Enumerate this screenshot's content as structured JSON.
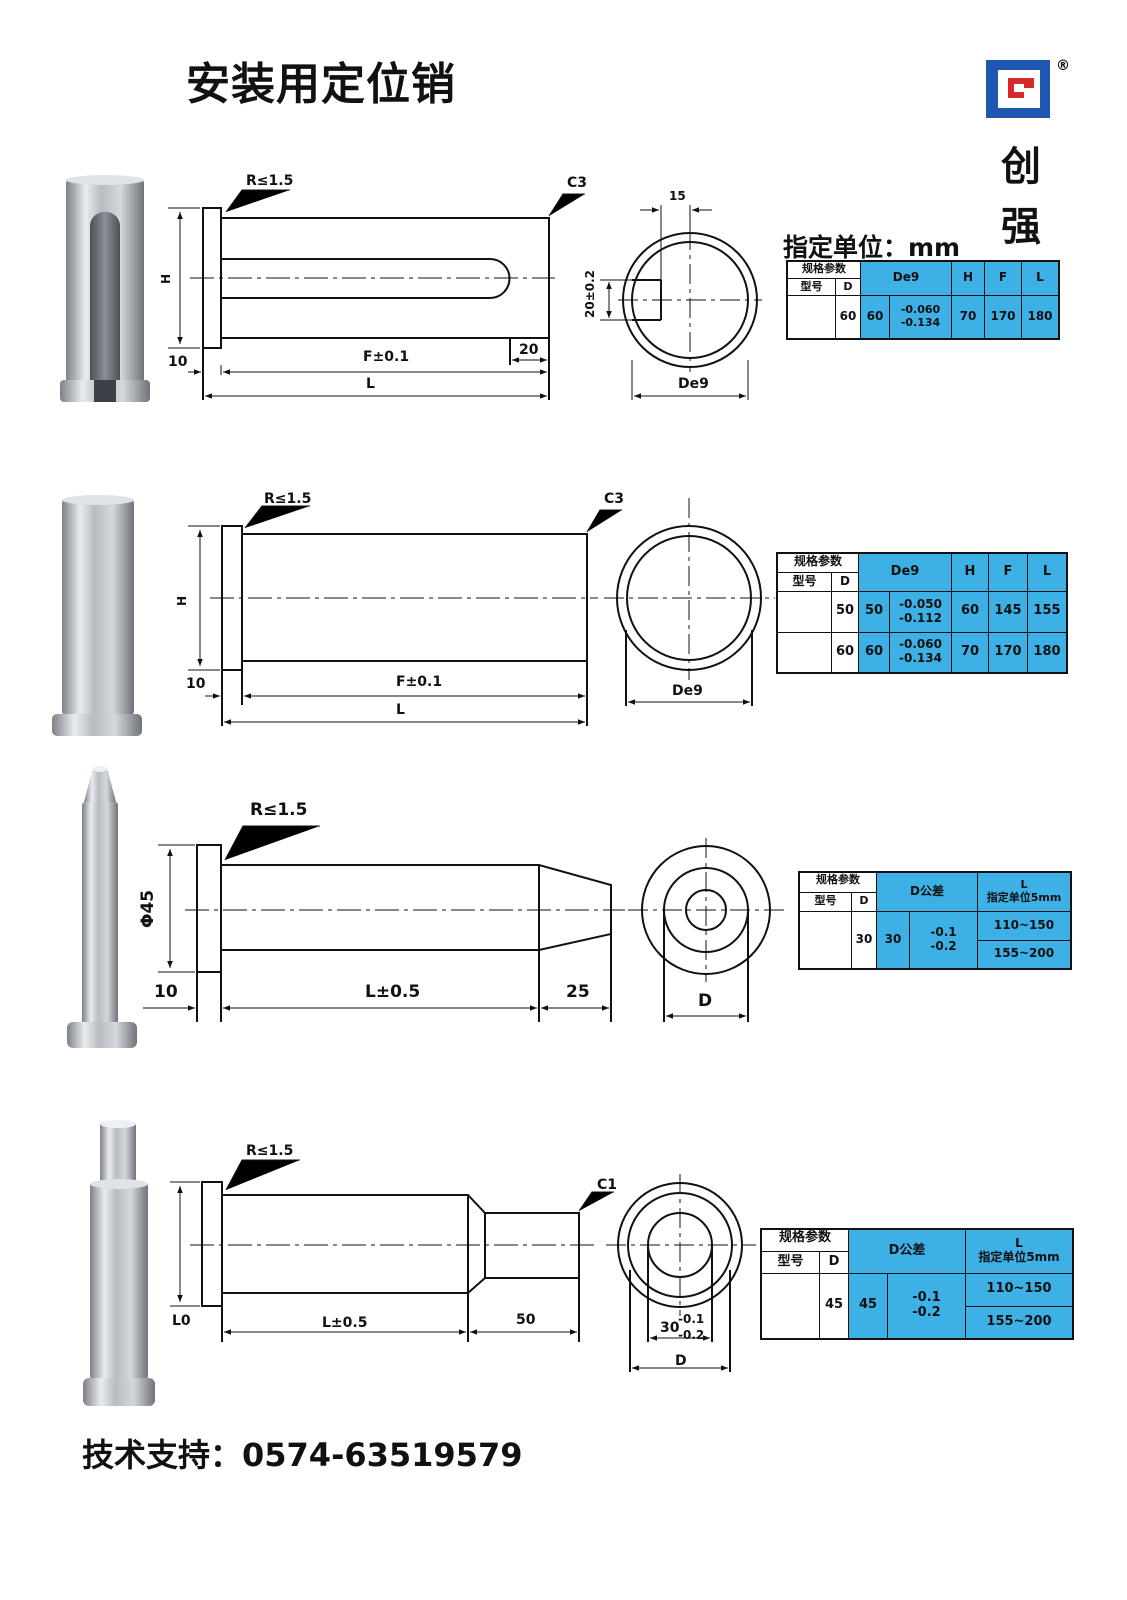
{
  "title": "安装用定位销",
  "unit_label": "指定单位：mm",
  "brand": {
    "name_line1": "创",
    "name_line2": "强",
    "registered": "®"
  },
  "footer": "技术支持：0574-63519579",
  "colors": {
    "table_fill": "#3db1e6",
    "line": "#111111"
  },
  "sections": [
    {
      "drawing_labels": {
        "radius": "R≤1.5",
        "chamfer": "C3",
        "height": "H",
        "head": "10",
        "length_f": "F±0.1",
        "flat": "20",
        "length_l": "L",
        "slot_width": "15",
        "slot_depth": "20±0.2",
        "diameter": "De9"
      },
      "table": {
        "spec_header": "规格参数",
        "model_header": "型号",
        "d_header": "D",
        "columns": [
          "De9",
          "H",
          "F",
          "L"
        ],
        "rows": [
          {
            "model": "",
            "d": "60",
            "de9": "60",
            "tol_upper": "-0.060",
            "tol_lower": "-0.134",
            "h": "70",
            "f": "170",
            "l": "180"
          }
        ]
      }
    },
    {
      "drawing_labels": {
        "radius": "R≤1.5",
        "chamfer": "C3",
        "height": "H",
        "head": "10",
        "length_f": "F±0.1",
        "length_l": "L",
        "diameter": "De9"
      },
      "table": {
        "spec_header": "规格参数",
        "model_header": "型号",
        "d_header": "D",
        "columns": [
          "De9",
          "H",
          "F",
          "L"
        ],
        "rows": [
          {
            "model": "",
            "d": "50",
            "de9": "50",
            "tol_upper": "-0.050",
            "tol_lower": "-0.112",
            "h": "60",
            "f": "145",
            "l": "155"
          },
          {
            "model": "",
            "d": "60",
            "de9": "60",
            "tol_upper": "-0.060",
            "tol_lower": "-0.134",
            "h": "70",
            "f": "170",
            "l": "180"
          }
        ]
      }
    },
    {
      "drawing_labels": {
        "radius": "R≤1.5",
        "head_dia": "Φ45",
        "head": "10",
        "length_l": "L±0.5",
        "taper": "25",
        "diameter": "D"
      },
      "table": {
        "spec_header": "规格参数",
        "model_header": "型号",
        "d_header": "D",
        "tol_header": "D公差",
        "l_header": "L",
        "l_sub": "指定单位5mm",
        "rows": [
          {
            "model": "",
            "d": "30",
            "dval": "30",
            "tol_upper": "-0.1",
            "tol_lower": "-0.2",
            "l_ranges": [
              "110~150",
              "155~200"
            ]
          }
        ]
      }
    },
    {
      "drawing_labels": {
        "radius": "R≤1.5",
        "chamfer": "C1",
        "head": "L0",
        "length_l": "L±0.5",
        "step": "50",
        "inner_dia": "30",
        "inner_tol_upper": "-0.1",
        "inner_tol_lower": "-0.2",
        "diameter": "D"
      },
      "table": {
        "spec_header": "规格参数",
        "model_header": "型号",
        "d_header": "D",
        "tol_header": "D公差",
        "l_header": "L",
        "l_sub": "指定单位5mm",
        "rows": [
          {
            "model": "",
            "d": "45",
            "dval": "45",
            "tol_upper": "-0.1",
            "tol_lower": "-0.2",
            "l_ranges": [
              "110~150",
              "155~200"
            ]
          }
        ]
      }
    }
  ]
}
